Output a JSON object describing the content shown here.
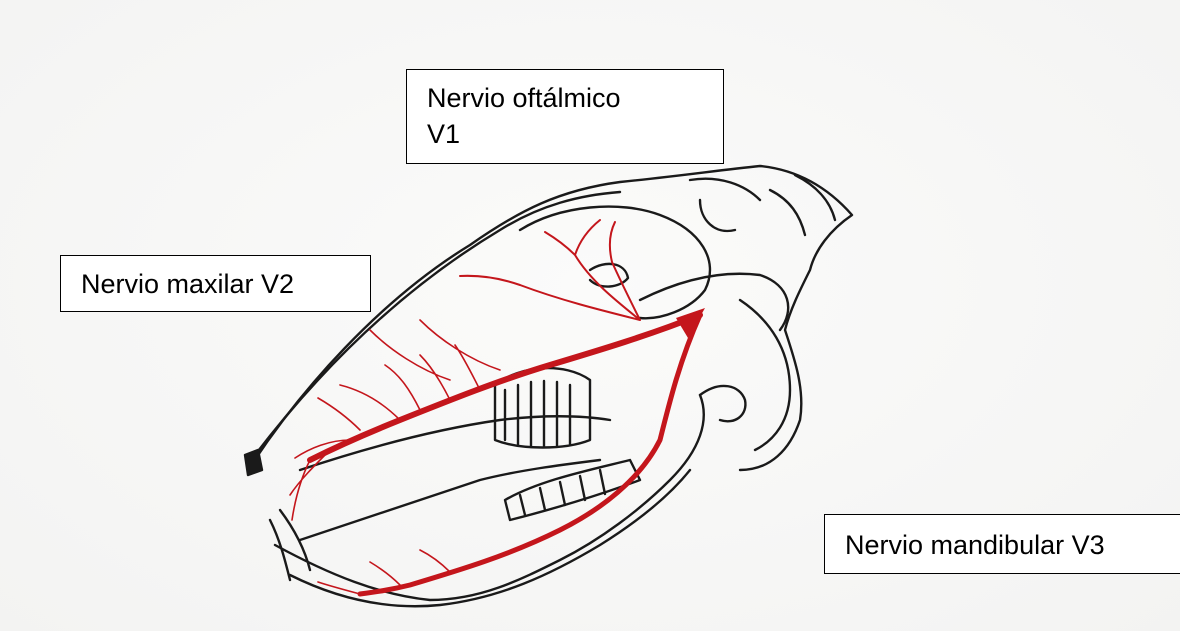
{
  "labels": {
    "ophthalmic": "Nervio oftálmico\nV1",
    "maxillary": "Nervio maxilar V2",
    "mandibular": "Nervio mandibular V3"
  },
  "colors": {
    "outline": "#1a1a1a",
    "nerve": "#c4161c",
    "paper": "#f7f7f6"
  }
}
